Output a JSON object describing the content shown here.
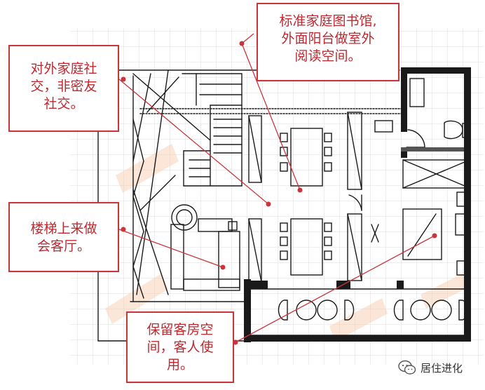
{
  "callouts": {
    "library": {
      "line1": "标准家庭图书馆,",
      "line2": "外面阳台做室外",
      "line3": "阅读空间。"
    },
    "social": {
      "line1": "对外家庭社",
      "line2": "交，非密友",
      "line3": "社交。"
    },
    "stairs": {
      "line1": "楼梯上来做",
      "line2": "会客厅。"
    },
    "guest": {
      "line1": "保留客房空",
      "line2": "间，客人使",
      "line3": "用。"
    }
  },
  "brand": {
    "name": "居住进化",
    "icon": "wechat-icon"
  },
  "colors": {
    "callout_border": "#c9353b",
    "callout_text": "#c0282f",
    "leader_line": "#c9353b",
    "grid": "#dedede",
    "sketch": "#1a1a1a",
    "watermark": "#f6c7a8"
  }
}
